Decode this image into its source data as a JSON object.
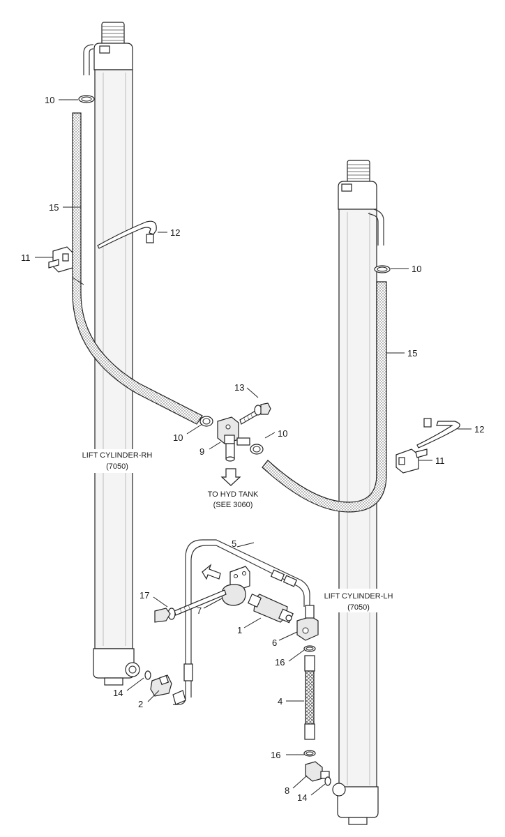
{
  "callouts": {
    "c10_top": "10",
    "c15_left": "15",
    "c12_left": "12",
    "c11_left": "11",
    "c10_right_top": "10",
    "c15_right": "15",
    "c13": "13",
    "c10_mid_left": "10",
    "c10_mid_right": "10",
    "c9": "9",
    "c12_right": "12",
    "c11_right": "11",
    "c5": "5",
    "c17": "17",
    "c7": "7",
    "c1": "1",
    "c6": "6",
    "c16_top": "16",
    "c14_left": "14",
    "c2": "2",
    "c4": "4",
    "c16_bottom": "16",
    "c8": "8",
    "c14_right": "14"
  },
  "labels": {
    "rh_line1": "LIFT CYLINDER-RH",
    "rh_line2": "(7050)",
    "lh_line1": "LIFT CYLINDER-LH",
    "lh_line2": "(7050)",
    "tank_line1": "TO HYD TANK",
    "tank_line2": "(SEE 3060)"
  }
}
